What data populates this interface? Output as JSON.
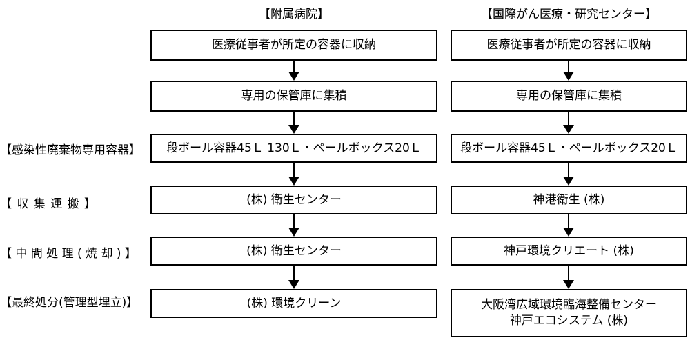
{
  "columns": [
    {
      "title": "【附属病院】",
      "steps": [
        [
          "医療従事者が所定の容器に収納"
        ],
        [
          "専用の保管庫に集積"
        ],
        [
          "段ボール容器45Ｌ 130Ｌ・ペールボックス20Ｌ"
        ],
        [
          "(株) 衛生センター"
        ],
        [
          "(株) 衛生センター"
        ],
        [
          "(株) 環境クリーン"
        ]
      ]
    },
    {
      "title": "【国際がん医療・研究センター】",
      "steps": [
        [
          "医療従事者が所定の容器に収納"
        ],
        [
          "専用の保管庫に集積"
        ],
        [
          "段ボール容器45Ｌ・ペールボックス20Ｌ"
        ],
        [
          "神港衛生 (株)"
        ],
        [
          "神戸環境クリエート (株)"
        ],
        [
          "大阪湾広域環境臨海整備センター",
          "神戸エコシステム (株)"
        ]
      ]
    }
  ],
  "row_labels": [
    "【感染性廃棄物専用容器】",
    "【 収 集 運 搬 】",
    "【 中 間 処 理 ( 焼 却 ) 】",
    "【最終処分(管理型埋立)】"
  ]
}
